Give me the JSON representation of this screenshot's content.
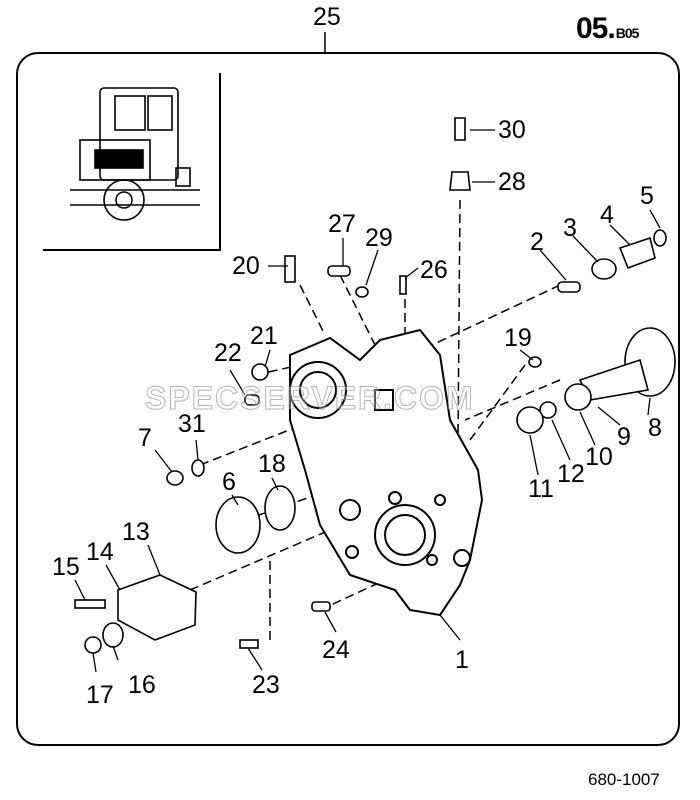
{
  "header": {
    "page_code": "05.",
    "page_suffix": "B05"
  },
  "footer": {
    "drawing_number": "680-1007"
  },
  "watermark": {
    "text": "SPECSERVER.COM"
  },
  "callouts": [
    "1",
    "2",
    "3",
    "4",
    "5",
    "6",
    "7",
    "8",
    "9",
    "10",
    "11",
    "12",
    "13",
    "14",
    "15",
    "16",
    "17",
    "18",
    "19",
    "20",
    "21",
    "22",
    "23",
    "24",
    "25",
    "26",
    "27",
    "28",
    "29",
    "30",
    "31"
  ],
  "inset": {
    "subject": "truck-cab-engine-location-icon"
  }
}
